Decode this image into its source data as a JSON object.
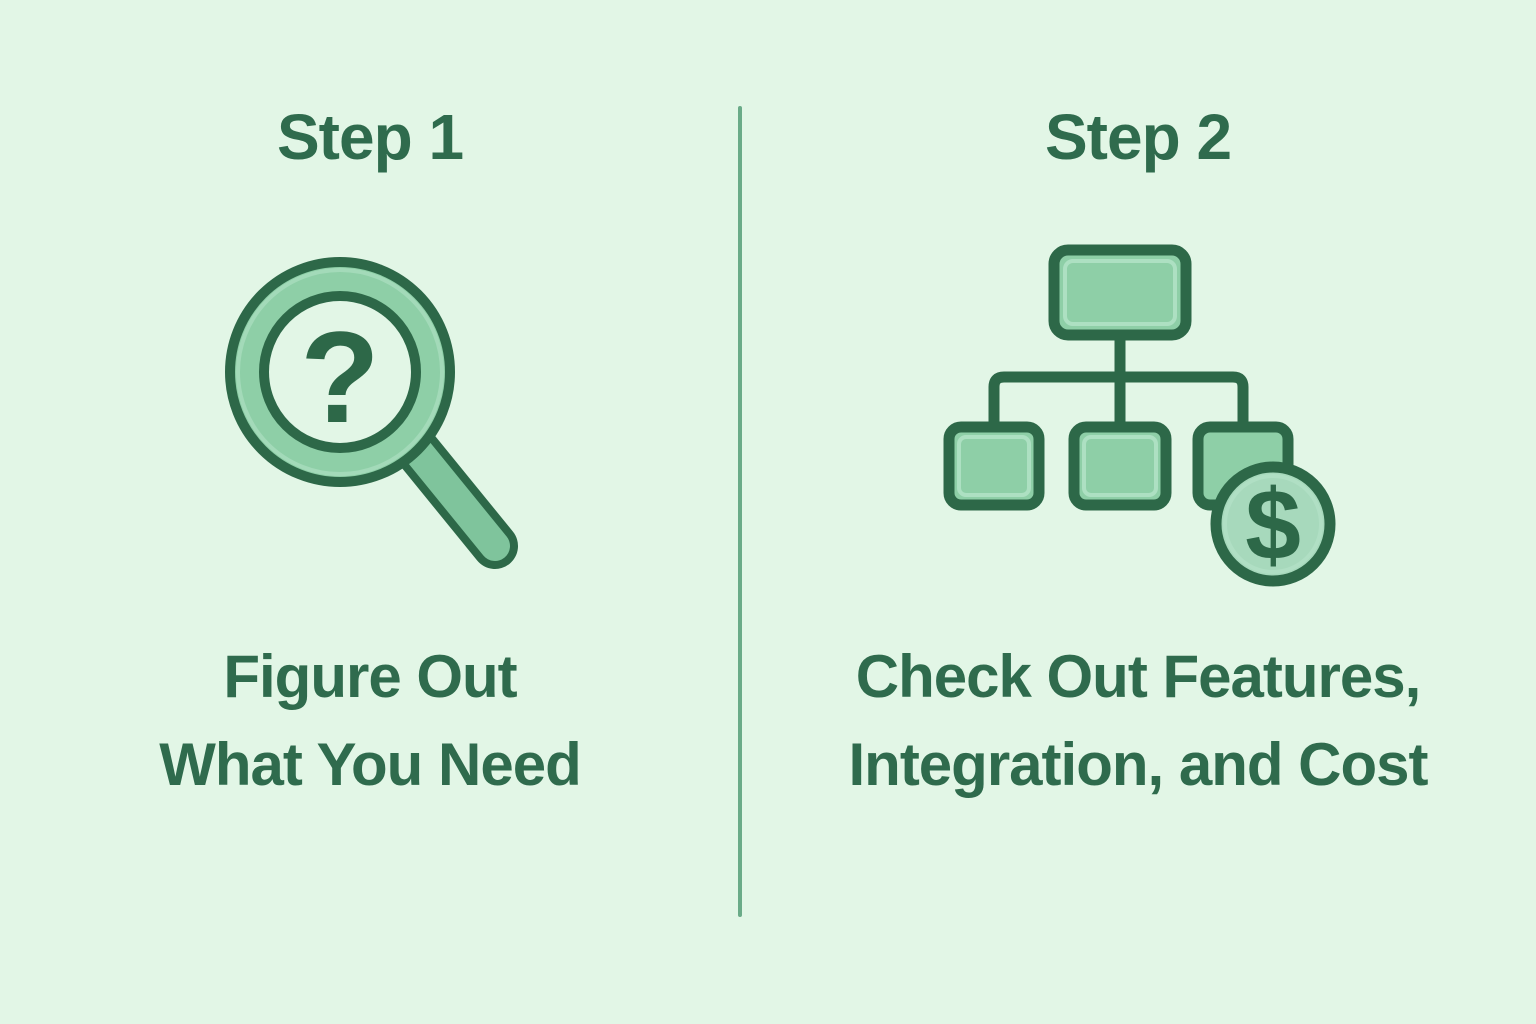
{
  "colors": {
    "bg": "#e2f6e6",
    "shape-fill": "#8ecfa7",
    "coin-fill": "#a7d9bc",
    "handle-fill": "#7fc49c",
    "stroke": "#2d6848",
    "inner-highlight": "#b5e3c9",
    "text": "#2f6b4d",
    "divider": "#6aab88"
  },
  "steps": [
    {
      "label": "Step 1",
      "icon": "magnifier-question-icon",
      "caption_lines": [
        "Figure Out",
        "What You Need"
      ]
    },
    {
      "label": "Step 2",
      "icon": "org-chart-dollar-icon",
      "caption_lines": [
        "Check Out Features,",
        "Integration, and Cost"
      ]
    }
  ]
}
